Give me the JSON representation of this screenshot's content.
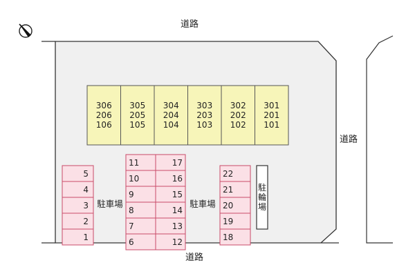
{
  "colors": {
    "site_fill": "#f0f0f0",
    "building_fill": "#f7f5b9",
    "building_stroke": "#555555",
    "parking_fill": "#fbe0e6",
    "parking_stroke": "#c94a68",
    "line": "#333333"
  },
  "compass": {
    "icon": "north-arrow-icon"
  },
  "roads": {
    "top": "道路",
    "right": "道路",
    "bottom": "道路"
  },
  "building": {
    "units": [
      {
        "floors": [
          "306",
          "206",
          "106"
        ]
      },
      {
        "floors": [
          "305",
          "205",
          "105"
        ]
      },
      {
        "floors": [
          "304",
          "204",
          "104"
        ]
      },
      {
        "floors": [
          "303",
          "203",
          "103"
        ]
      },
      {
        "floors": [
          "302",
          "202",
          "102"
        ]
      },
      {
        "floors": [
          "301",
          "201",
          "101"
        ]
      }
    ]
  },
  "parking": {
    "left_column": [
      "5",
      "4",
      "3",
      "2",
      "1"
    ],
    "center_left_column": [
      "11",
      "10",
      "9",
      "8",
      "7",
      "6"
    ],
    "center_right_column": [
      "17",
      "16",
      "15",
      "14",
      "13",
      "12"
    ],
    "right_column": [
      "22",
      "21",
      "20",
      "19",
      "18"
    ],
    "lot_label_left": "駐車場",
    "lot_label_right": "駐車場"
  },
  "bicycle_parking": {
    "label": "駐輪場"
  }
}
